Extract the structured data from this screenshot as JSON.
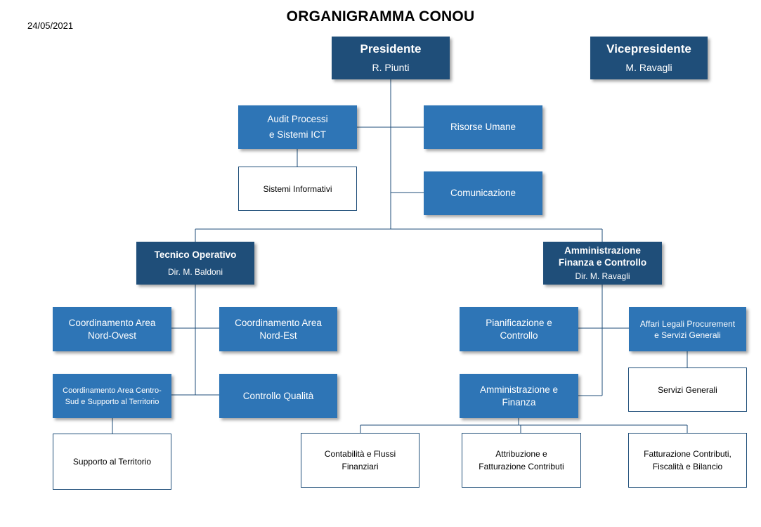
{
  "date": "24/05/2021",
  "title": "ORGANIGRAMMA CONOU",
  "nodes": {
    "presidente": {
      "title": "Presidente",
      "name": "R. Piunti"
    },
    "vicepresidente": {
      "title": "Vicepresidente",
      "name": "M. Ravagli"
    },
    "audit": {
      "line1": "Audit Processi",
      "line2": "e Sistemi ICT"
    },
    "risorse_umane": {
      "label": "Risorse Umane"
    },
    "sistemi_informativi": {
      "label": "Sistemi Informativi"
    },
    "comunicazione": {
      "label": "Comunicazione"
    },
    "tecnico_operativo": {
      "title": "Tecnico Operativo",
      "name": "Dir. M. Baldoni"
    },
    "amministrazione_fc": {
      "line1": "Amministrazione",
      "line2": "Finanza e Controllo",
      "name": "Dir. M. Ravagli"
    },
    "coord_nord_ovest": {
      "line1": "Coordinamento Area",
      "line2": "Nord-Ovest"
    },
    "coord_nord_est": {
      "line1": "Coordinamento Area",
      "line2": "Nord-Est"
    },
    "coord_centro_sud": {
      "line1": "Coordinamento Area Centro-",
      "line2": "Sud e Supporto al Territorio"
    },
    "controllo_qualita": {
      "label": "Controllo Qualità"
    },
    "supporto_territorio": {
      "label": "Supporto al Territorio"
    },
    "pianificazione": {
      "line1": "Pianificazione e",
      "line2": "Controllo"
    },
    "affari_legali": {
      "line1": "Affari Legali Procurement",
      "line2": "e Servizi Generali"
    },
    "servizi_generali": {
      "label": "Servizi Generali"
    },
    "amministrazione_finanza": {
      "line1": "Amministrazione e",
      "line2": "Finanza"
    },
    "contabilita": {
      "line1": "Contabilità e Flussi",
      "line2": "Finanziari"
    },
    "attribuzione": {
      "line1": "Attribuzione e",
      "line2": "Fatturazione Contributi"
    },
    "fatturazione": {
      "line1": "Fatturazione Contributi,",
      "line2": "Fiscalità e Bilancio"
    }
  },
  "colors": {
    "dark": "#1f4e79",
    "mid": "#2e75b6",
    "line": "#1f4e79"
  }
}
